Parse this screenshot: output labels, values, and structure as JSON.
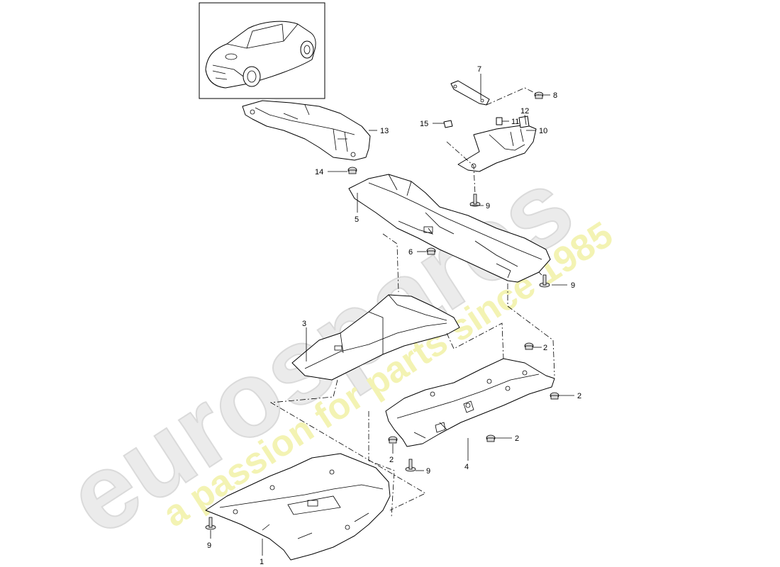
{
  "watermark": {
    "brand": "eurospares",
    "tagline": "a passion for parts since 1985"
  },
  "callouts": [
    {
      "id": "c7",
      "label": "7"
    },
    {
      "id": "c8",
      "label": "8"
    },
    {
      "id": "c12",
      "label": "12"
    },
    {
      "id": "c11",
      "label": "11"
    },
    {
      "id": "c15",
      "label": "15"
    },
    {
      "id": "c10",
      "label": "10"
    },
    {
      "id": "c13",
      "label": "13"
    },
    {
      "id": "c14",
      "label": "14"
    },
    {
      "id": "c5",
      "label": "5"
    },
    {
      "id": "c9a",
      "label": "9"
    },
    {
      "id": "c6",
      "label": "6"
    },
    {
      "id": "c9b",
      "label": "9"
    },
    {
      "id": "c3",
      "label": "3"
    },
    {
      "id": "c2a",
      "label": "2"
    },
    {
      "id": "c2b",
      "label": "2"
    },
    {
      "id": "c2c",
      "label": "2"
    },
    {
      "id": "c2d",
      "label": "2"
    },
    {
      "id": "c9c",
      "label": "9"
    },
    {
      "id": "c4",
      "label": "4"
    },
    {
      "id": "c9d",
      "label": "9"
    },
    {
      "id": "c1",
      "label": "1"
    }
  ],
  "parts": {
    "car_thumbnail": "vehicle-overview",
    "colors": {
      "watermark": "#e6e6e6",
      "watermark_tagline": "#f0ef9a",
      "line": "#000000"
    }
  }
}
